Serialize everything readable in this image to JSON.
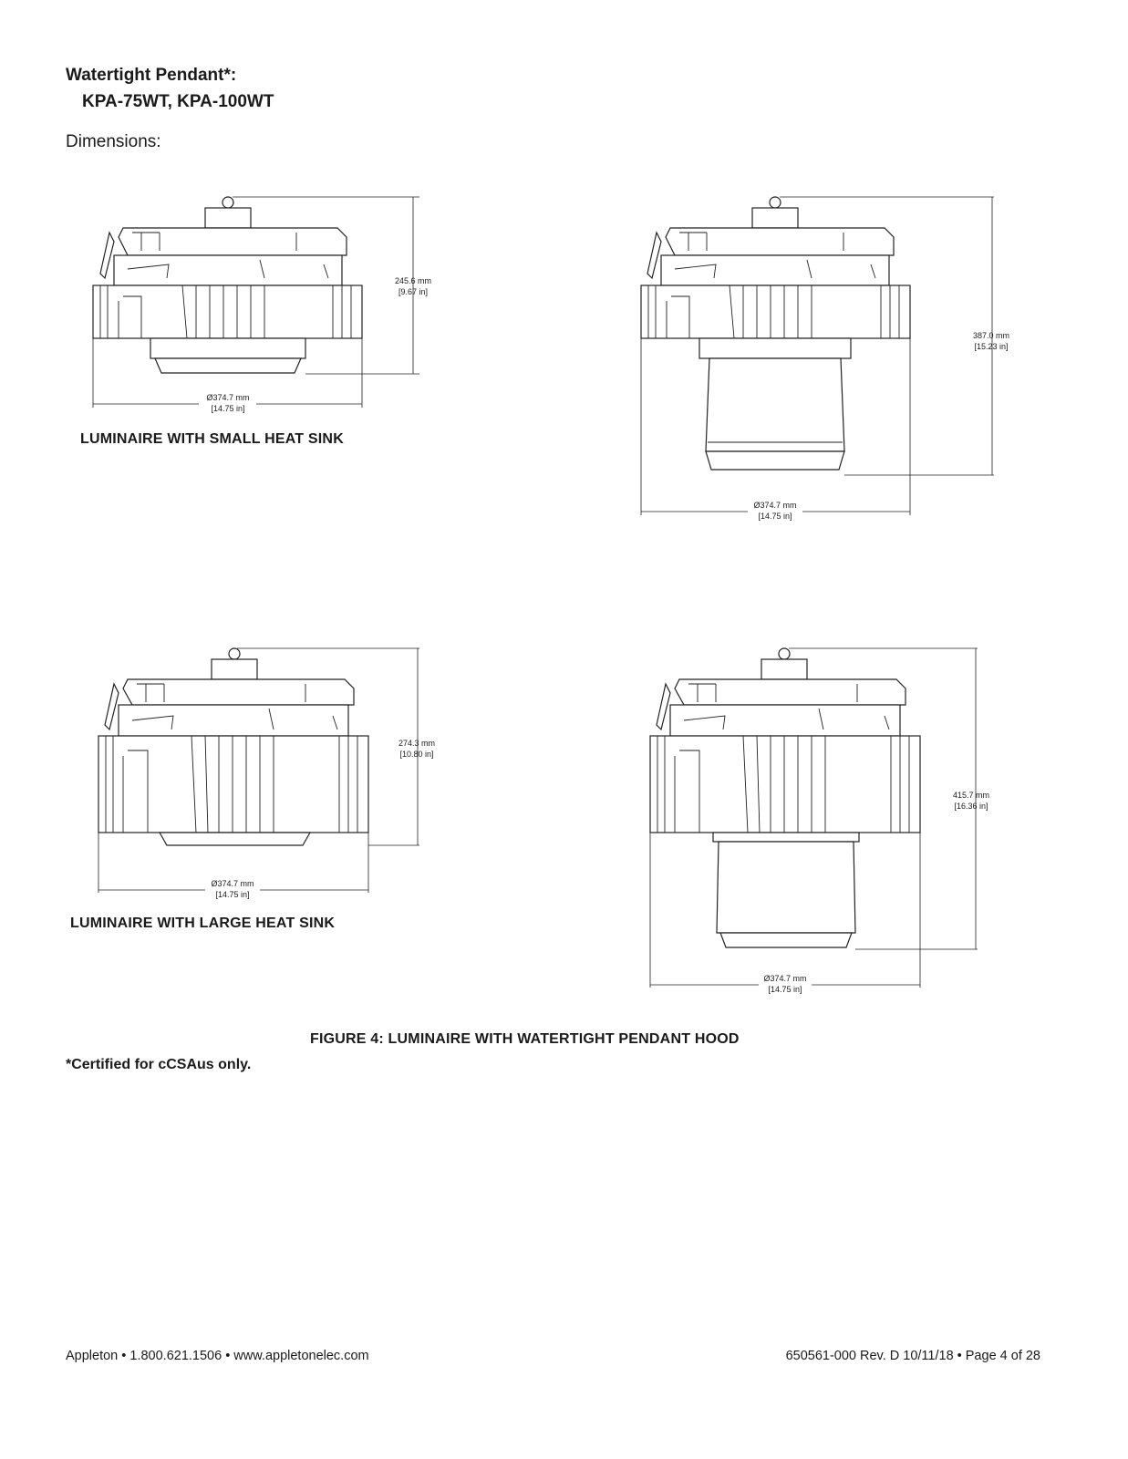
{
  "heading": {
    "title": "Watertight Pendant*:",
    "models": "KPA-75WT, KPA-100WT",
    "dimensions_label": "Dimensions:"
  },
  "drawings": {
    "small_short": {
      "height_mm": "245.6 mm",
      "height_in": "[9.67 in]",
      "dia_mm": "Ø374.7 mm",
      "dia_in": "[14.75 in]"
    },
    "small_tall": {
      "height_mm": "387.0 mm",
      "height_in": "[15.23 in]",
      "dia_mm": "Ø374.7 mm",
      "dia_in": "[14.75 in]"
    },
    "large_short": {
      "height_mm": "274.3 mm",
      "height_in": "[10.80 in]",
      "dia_mm": "Ø374.7 mm",
      "dia_in": "[14.75 in]"
    },
    "large_tall": {
      "height_mm": "415.7 mm",
      "height_in": "[16.36 in]",
      "dia_mm": "Ø374.7 mm",
      "dia_in": "[14.75 in]"
    }
  },
  "captions": {
    "small": "LUMINAIRE WITH SMALL HEAT SINK",
    "large": "LUMINAIRE WITH LARGE HEAT SINK",
    "figure": "FIGURE 4: LUMINAIRE WITH WATERTIGHT PENDANT HOOD"
  },
  "footnote": "*Certified for cCSAus only.",
  "footer": {
    "left": "Appleton • 1.800.621.1506 • www.appletonelec.com",
    "right": "650561-000 Rev. D 10/11/18 • Page 4 of 28"
  }
}
